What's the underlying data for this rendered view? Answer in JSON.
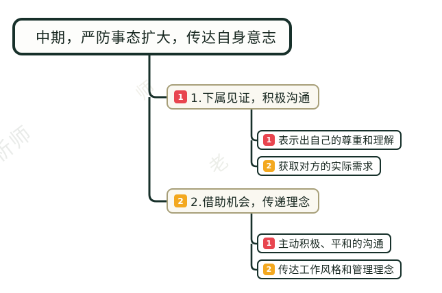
{
  "diagram": {
    "type": "mindmap",
    "background_color": "#ffffff",
    "root": {
      "label": "中期，严防事态扩大，传达自身意志",
      "border_color": "#17302a",
      "fill_color": "#fdfdfb"
    },
    "branches": [
      {
        "badge": "1",
        "badge_color": "#e8454f",
        "label": "1.下属见证，积极沟通",
        "border_color": "#a79f79",
        "fill_color": "#faf8f1",
        "children": [
          {
            "badge": "1",
            "badge_color": "#e8454f",
            "label": "表示出自己的尊重和理解"
          },
          {
            "badge": "2",
            "badge_color": "#f3a81f",
            "label": "获取对方的实际需求"
          }
        ]
      },
      {
        "badge": "2",
        "badge_color": "#f3a81f",
        "label": "2.借助机会，传递理念",
        "border_color": "#a79f79",
        "fill_color": "#faf8f1",
        "children": [
          {
            "badge": "1",
            "badge_color": "#e8454f",
            "label": "主动积极、平和的沟通"
          },
          {
            "badge": "2",
            "badge_color": "#f3a81f",
            "label": "传达工作风格和管理理念"
          }
        ]
      }
    ],
    "watermarks": [
      {
        "text": "析师"
      },
      {
        "text": "老"
      },
      {
        "text": "师"
      }
    ]
  }
}
